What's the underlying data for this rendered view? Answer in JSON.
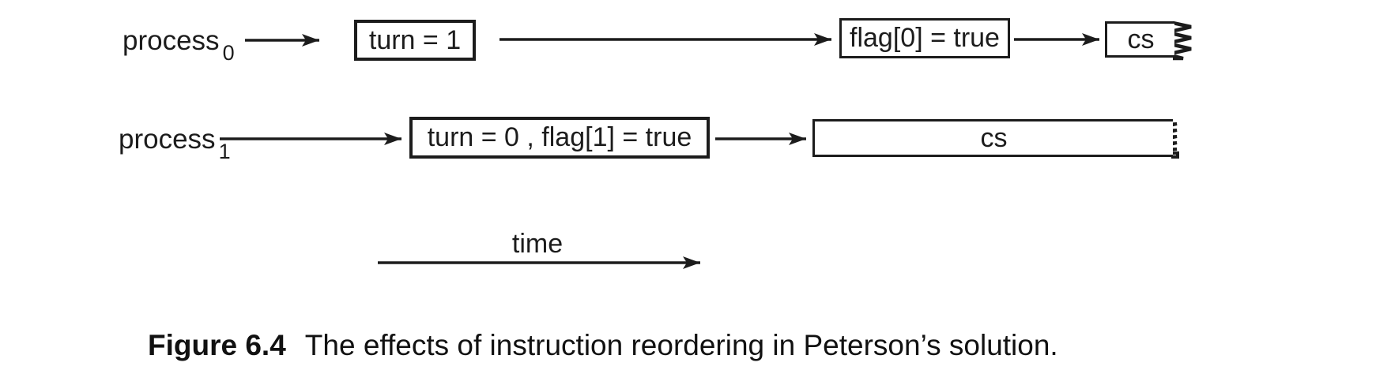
{
  "colors": {
    "ink": "#1c1c1c",
    "background": "#ffffff"
  },
  "process0": {
    "label": "process",
    "subscript": "0",
    "box_turn": "turn = 1",
    "box_flag": "flag[0] = true",
    "box_cs": "cs"
  },
  "process1": {
    "label": "process",
    "subscript": "1",
    "box_assign": "turn = 0 , flag[1] = true",
    "box_cs": "cs"
  },
  "time_axis": {
    "label": "time"
  },
  "caption": {
    "figure_label": "Figure 6.4",
    "text": "The effects of instruction reordering in Peterson’s solution."
  }
}
